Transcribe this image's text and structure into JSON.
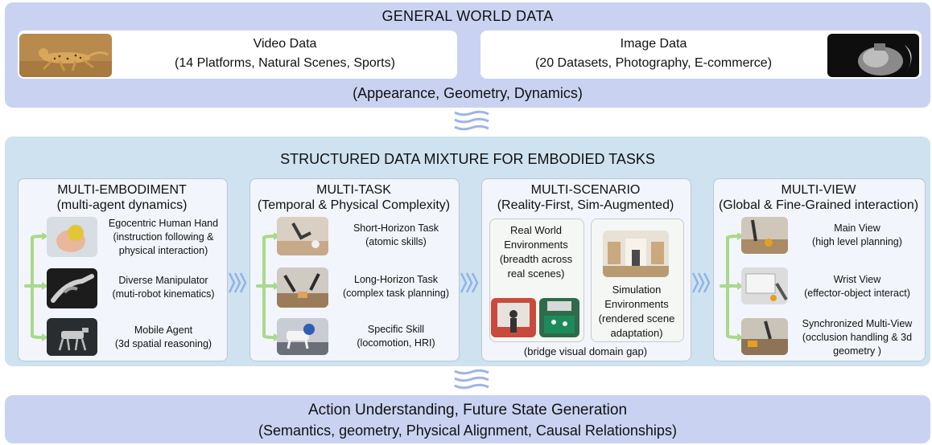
{
  "general": {
    "title": "GENERAL WORLD DATA",
    "video_title": "Video Data",
    "video_sub": "(14 Platforms, Natural Scenes, Sports)",
    "image_title": "Image Data",
    "image_sub": "(20 Datasets, Photography, E-commerce)",
    "footer": "(Appearance, Geometry, Dynamics)"
  },
  "structured": {
    "title": "STRUCTURED DATA MIXTURE FOR EMBODIED TASKS",
    "embodiment": {
      "title": "MULTI-EMBODIMENT",
      "subtitle": "(multi-agent dynamics)",
      "items": [
        {
          "label": "Egocentric Human Hand\n(instruction following &\nphysical interaction)"
        },
        {
          "label": "Diverse Manipulator\n(muti-robot kinematics)"
        },
        {
          "label": "Mobile Agent\n(3d spatial reasoning)"
        }
      ]
    },
    "task": {
      "title": "MULTI-TASK",
      "subtitle": "(Temporal & Physical Complexity)",
      "items": [
        {
          "label": "Short-Horizon Task\n(atomic skills)"
        },
        {
          "label": "Long-Horizon Task\n(complex task planning)"
        },
        {
          "label": "Specific Skill\n(locomotion, HRI)"
        }
      ]
    },
    "scenario": {
      "title": "MULTI-SCENARIO",
      "subtitle": "(Reality-First, Sim-Augmented)",
      "real": "Real World\nEnvironments\n(breadth across\nreal scenes)",
      "sim": "Simulation\nEnvironments\n(rendered scene\nadaptation)",
      "footer": "(bridge visual domain gap)"
    },
    "view": {
      "title": "MULTI-VIEW",
      "subtitle": "(Global & Fine-Grained interaction)",
      "items": [
        {
          "label": "Main View\n(high level planning)"
        },
        {
          "label": "Wrist View\n(effector-object interact)"
        },
        {
          "label": "Synchronized Multi-View\n(occlusion handling & 3d\ngeometry )"
        }
      ]
    }
  },
  "output": {
    "title": "Action Understanding, Future State Generation",
    "subtitle": "(Semantics, geometry, Physical Alignment, Causal Relationships)"
  }
}
